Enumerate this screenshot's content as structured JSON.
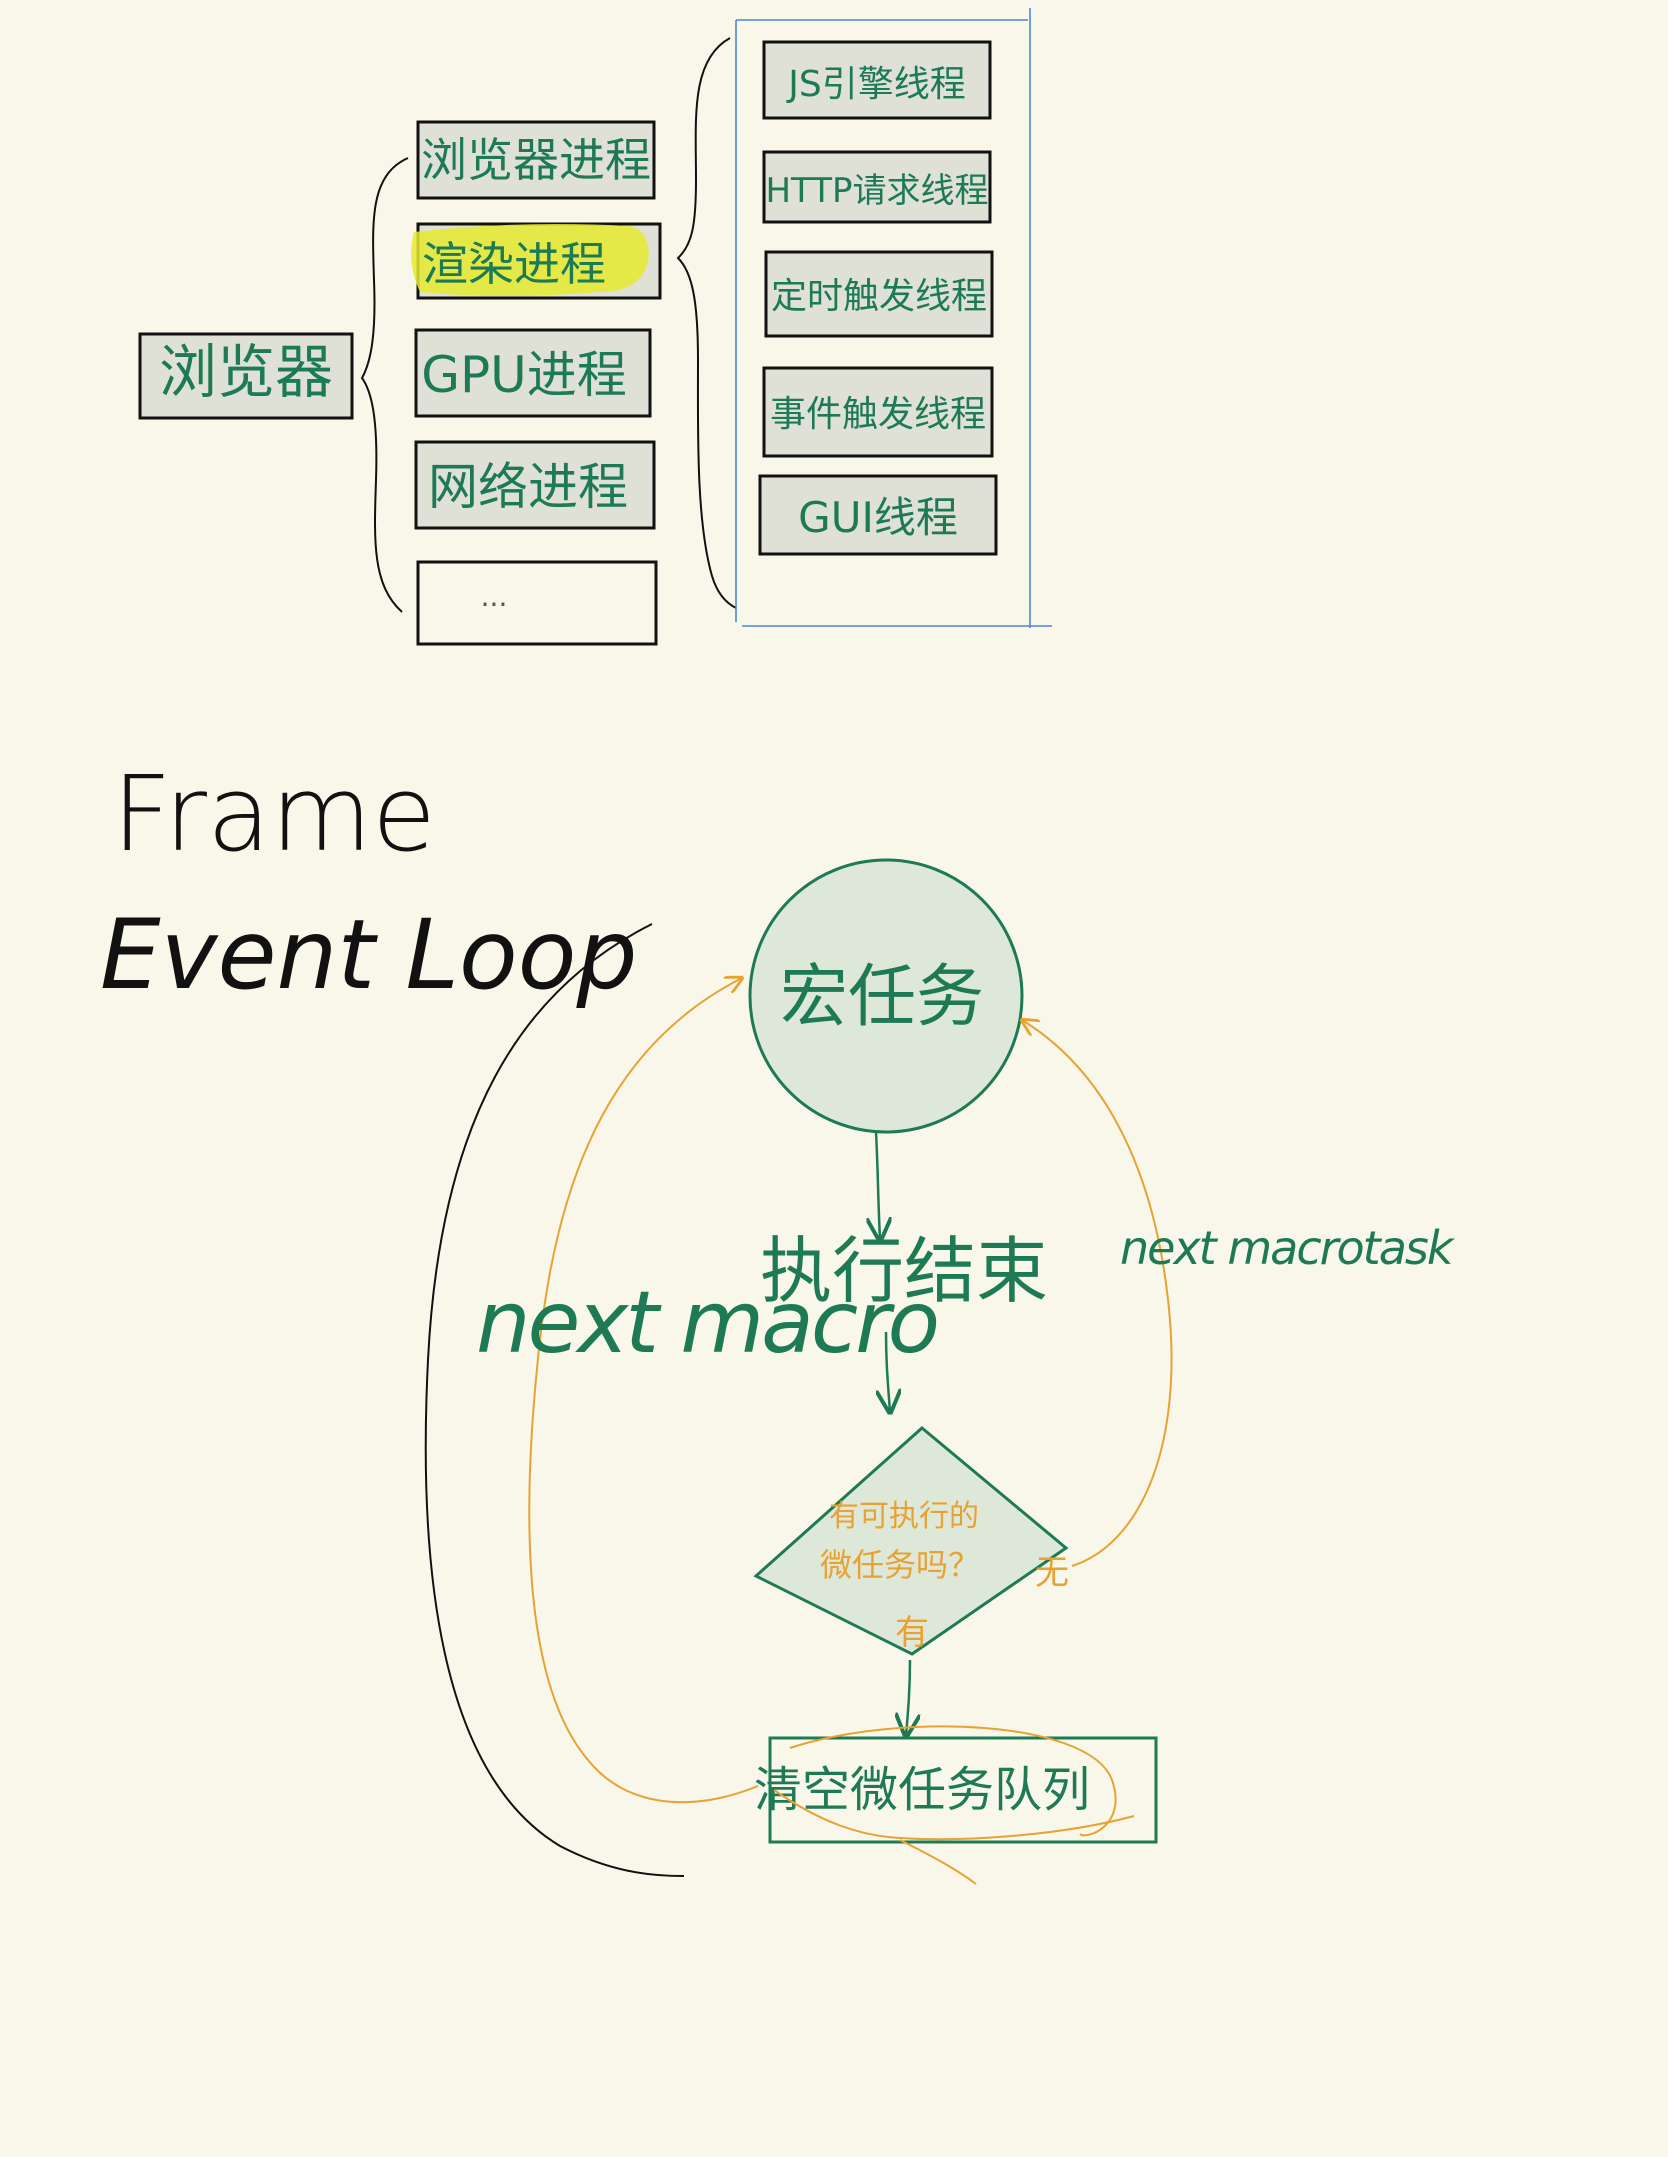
{
  "hierarchy": {
    "root": "浏览器",
    "processes": [
      "浏览器进程",
      "渲染进程",
      "GPU进程",
      "网络进程",
      "..."
    ],
    "threads": [
      "JS引擎线程",
      "HTTP请求线程",
      "定时触发线程",
      "事件触发线程",
      "GUI线程"
    ]
  },
  "title": {
    "line1": "Frame",
    "line2": "Event Loop"
  },
  "loop": {
    "macrotask": "宏任务",
    "done": "执行结束",
    "question_line1": "有可执行的",
    "question_line2": "微任务吗？",
    "yes": "有",
    "no": "无",
    "flush": "清空微任务队列",
    "next_macro_left": "next macro",
    "next_macro_right": "next macrotask"
  },
  "colors": {
    "background": "#f9f7ea",
    "ink_green": "#1d7a55",
    "ink_black": "#111111",
    "ink_orange": "#e8a234",
    "box_fill": "#dfe0d6",
    "node_fill": "#dde8d9",
    "highlight": "#e6ea2e",
    "blue_frame": "#4b86d8"
  }
}
